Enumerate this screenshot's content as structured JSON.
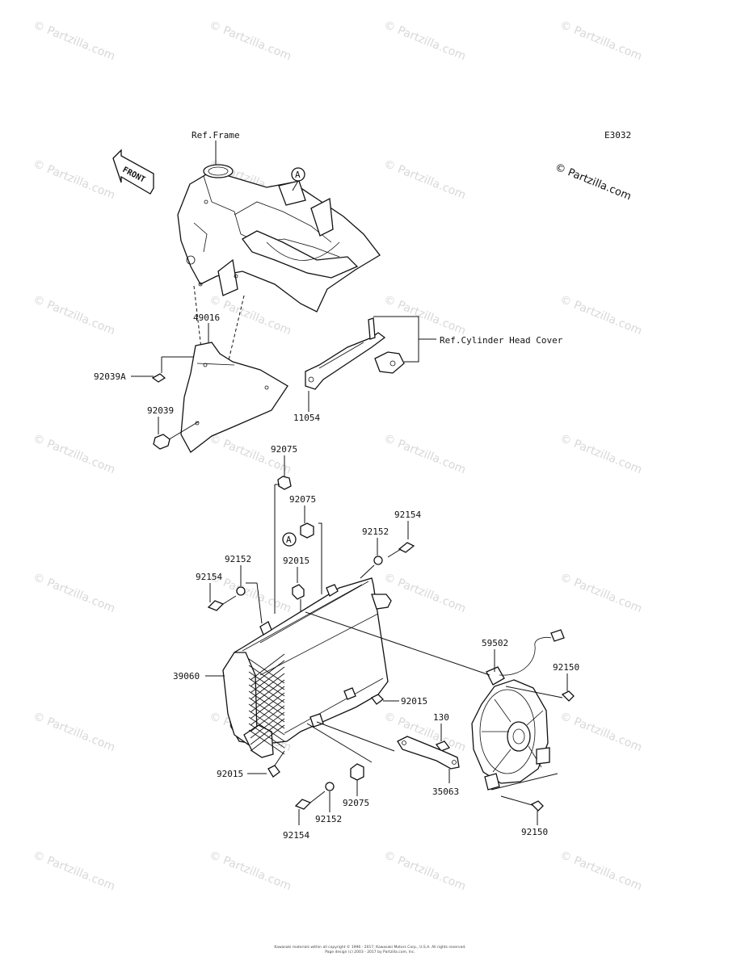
{
  "diagram_code": "E3032",
  "copyright_mark": "© Partzilla.com",
  "watermark_text": "© Partzilla.com",
  "front_arrow_text": "FRONT",
  "reference_labels": {
    "frame": "Ref.Frame",
    "cylinder_head_cover": "Ref.Cylinder Head Cover"
  },
  "callout_letter": "A",
  "part_labels": [
    "49016",
    "92039A",
    "92039",
    "11054",
    "92075",
    "92075",
    "92154",
    "92152",
    "92015",
    "92152",
    "92154",
    "39060",
    "59502",
    "92150",
    "92015",
    "130",
    "92015",
    "35063",
    "92075",
    "92152",
    "92154",
    "92150"
  ],
  "footer_lines": [
    "Kawasaki materials within all copyright © 1996 - 2017, Kawasaki Motors Corp., U.S.A. All rights reserved.",
    "Page design (c) 2003 - 2017 by Partzilla.com, Inc."
  ]
}
